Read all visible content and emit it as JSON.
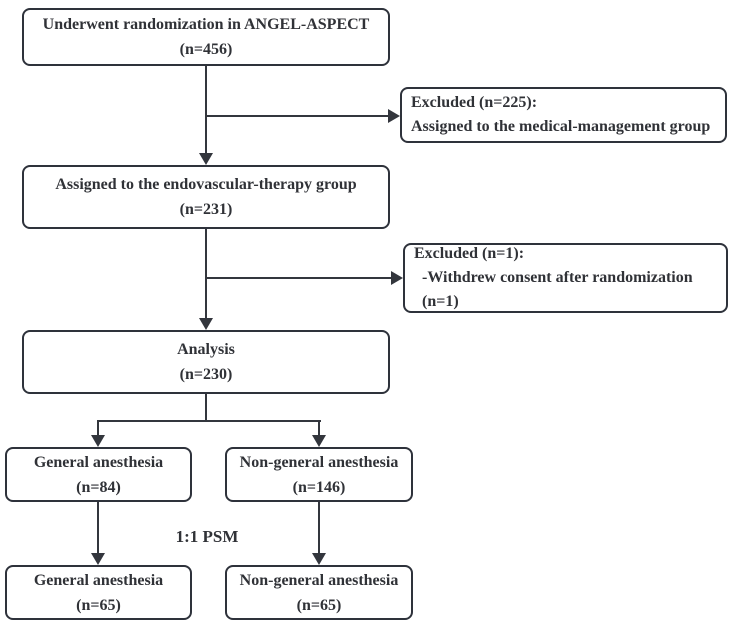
{
  "figure": {
    "type": "patient-flow-diagram",
    "psm_label": "1:1 PSM",
    "colors": {
      "box_border": "#2e323b",
      "connector_line": "#33363d",
      "text": "#303237",
      "background": "#ffffff"
    },
    "boxes": {
      "randomization": {
        "line1": "Underwent randomization in ANGEL-ASPECT",
        "line2": "(n=456)"
      },
      "excluded_medical": {
        "line1": "Excluded (n=225):",
        "line2": "Assigned to the medical-management group"
      },
      "endovascular": {
        "line1": "Assigned to the endovascular-therapy group",
        "line2": "(n=231)"
      },
      "excluded_withdrew": {
        "line1": "Excluded (n=1):",
        "line2": "-Withdrew consent after randomization",
        "line3": "(n=1)"
      },
      "analysis": {
        "line1": "Analysis",
        "line2": "(n=230)"
      },
      "general_anesthesia": {
        "line1": "General anesthesia",
        "line2": "(n=84)"
      },
      "non_general_anesthesia": {
        "line1": "Non-general anesthesia",
        "line2": "(n=146)"
      },
      "general_anesthesia_psm": {
        "line1": "General anesthesia",
        "line2": "(n=65)"
      },
      "non_general_anesthesia_psm": {
        "line1": "Non-general anesthesia",
        "line2": "(n=65)"
      }
    }
  }
}
